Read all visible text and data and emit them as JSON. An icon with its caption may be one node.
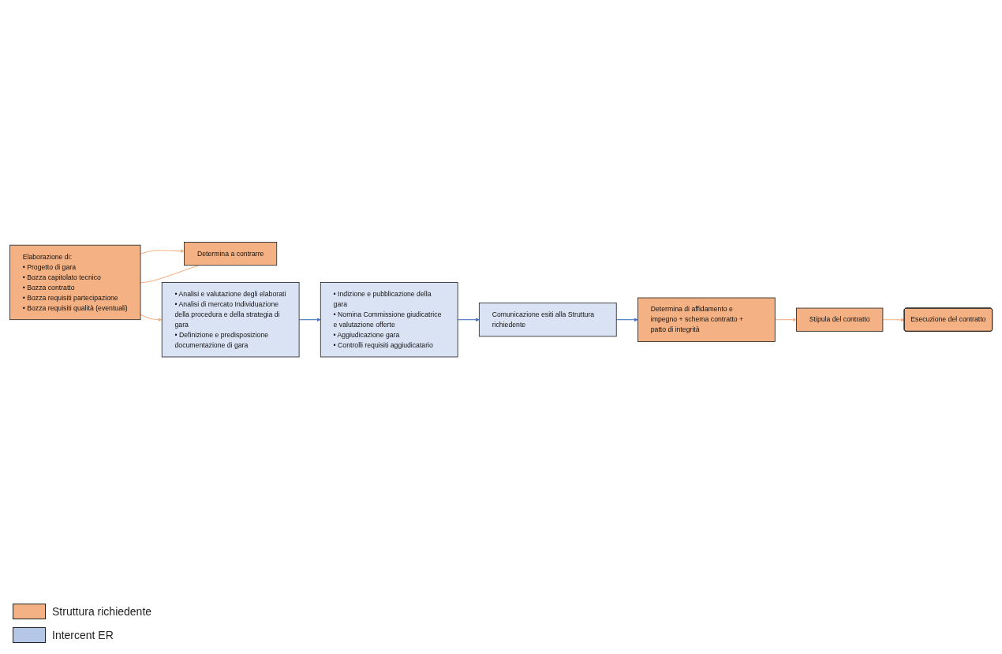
{
  "diagram": {
    "nodes": [
      {
        "text": [
          "Elaborazione di:",
          "• Progetto di gara",
          "• Bozza capitolato tecnico",
          "• Bozza contratto",
          "• Bozza requisiti partecipazione",
          "• Bozza requisiti qualità (eventuali)"
        ]
      },
      {
        "text": [
          "Determina a contrarre"
        ]
      },
      {
        "text": [
          "• Analisi e valutazione degli elaborati",
          "• Analisi di mercato Individuazione della procedura e della strategia di gara",
          "• Definizione e predisposizione documentazione di gara"
        ]
      },
      {
        "text": [
          "• Indizione e pubblicazione della gara",
          "• Nomina Commissione giudicatrice e valutazione offerte",
          "• Aggiudicazione gara",
          "• Controlli requisiti aggiudicatario"
        ]
      },
      {
        "text": [
          "Comunicazione esiti alla Struttura richiedente"
        ]
      },
      {
        "text": [
          "Determina di affidamento e impegno + schema contratto + patto di integrità"
        ]
      },
      {
        "text": [
          "Stipula del contratto"
        ]
      },
      {
        "text": [
          "Esecuzione del contratto"
        ]
      }
    ],
    "edges": [
      {
        "from": 0,
        "to": 1,
        "arrow": "to"
      },
      {
        "from": 1,
        "to": 0,
        "arrow": "none"
      },
      {
        "from": 0,
        "to": 2,
        "arrow": "to"
      },
      {
        "from": 2,
        "to": 3,
        "arrow": "to",
        "color": "#4472c4"
      },
      {
        "from": 3,
        "to": 4,
        "arrow": "to",
        "color": "#4472c4"
      },
      {
        "from": 4,
        "to": 5,
        "arrow": "to",
        "color": "#4472c4"
      },
      {
        "from": 5,
        "to": 6,
        "arrow": "to"
      },
      {
        "from": 6,
        "to": 7,
        "arrow": "to"
      }
    ],
    "legend": [
      {
        "text": "Struttura richiedente",
        "color": "#f4b183"
      },
      {
        "text": "Intercent ER",
        "color": "#b4c7e7"
      }
    ]
  }
}
